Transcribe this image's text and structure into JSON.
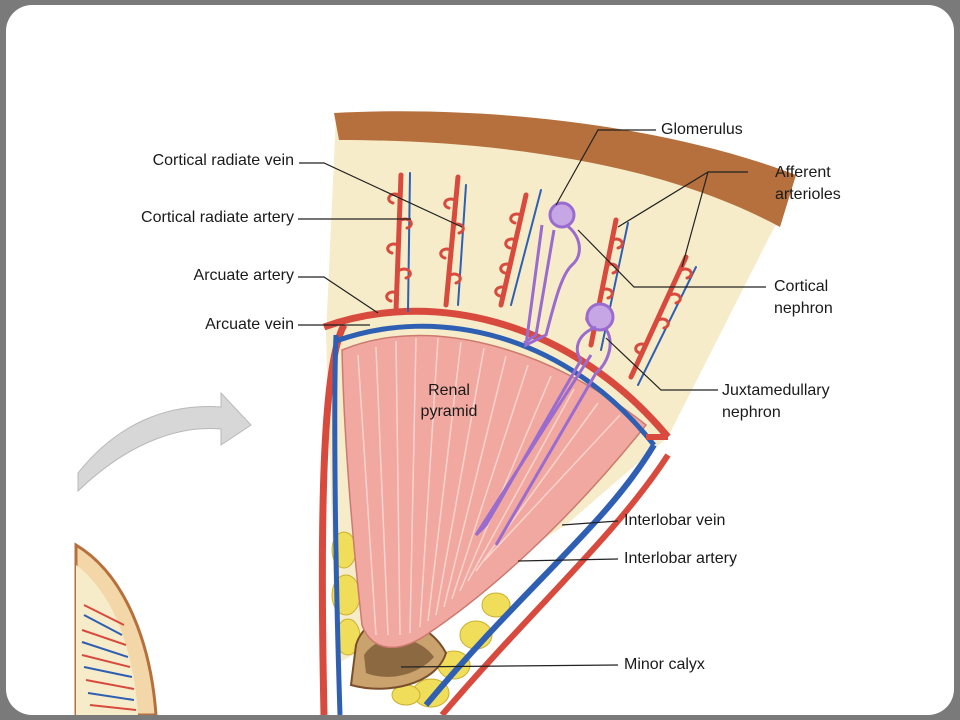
{
  "labels": {
    "cortical_radiate_vein": "Cortical radiate vein",
    "cortical_radiate_artery": "Cortical radiate artery",
    "arcuate_artery": "Arcuate artery",
    "arcuate_vein": "Arcuate vein",
    "glomerulus": "Glomerulus",
    "afferent_line1": "Afferent",
    "afferent_line2": "arterioles",
    "cortical_line1": "Cortical",
    "cortical_line2": "nephron",
    "juxta_line1": "Juxtamedullary",
    "juxta_line2": "nephron",
    "interlobar_vein": "Interlobar vein",
    "interlobar_artery": "Interlobar artery",
    "minor_calyx": "Minor calyx",
    "pyramid_line1": "Renal",
    "pyramid_line2": "pyramid"
  },
  "colors": {
    "cortex": "#f7ecc9",
    "capsule": "#b5703d",
    "pyramid": "#f0a8a0",
    "artery": "#d84a3e",
    "vein": "#2f5fb3",
    "nephron": "#9a6ccf",
    "fat": "#f0de5a",
    "arrow": "#c9c9c9"
  }
}
